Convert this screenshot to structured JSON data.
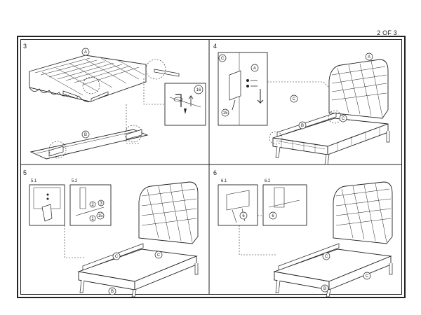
{
  "page": {
    "number": "2 OF 3"
  },
  "steps": {
    "s3": {
      "number": "3",
      "labels": {
        "a": "A",
        "b": "B",
        "hw": "16"
      }
    },
    "s4": {
      "number": "4",
      "labels": {
        "c": "C",
        "a": "A",
        "c2": "C",
        "b": "B",
        "c3": "C",
        "hw": "15"
      }
    },
    "s5": {
      "number": "5",
      "sub1": "5.1",
      "sub2": "5.2",
      "labels": {
        "c": "C",
        "c2": "C",
        "b": "B",
        "n1": "1",
        "n2": "2",
        "n3": "3",
        "hw": "15"
      }
    },
    "s6": {
      "number": "6",
      "sub1": "6.1",
      "sub2": "6.2",
      "labels": {
        "c": "C",
        "c2": "C",
        "b": "B",
        "n6a": "6",
        "n6b": "6"
      }
    }
  },
  "colors": {
    "line": "#222222",
    "paper": "#ffffff"
  }
}
